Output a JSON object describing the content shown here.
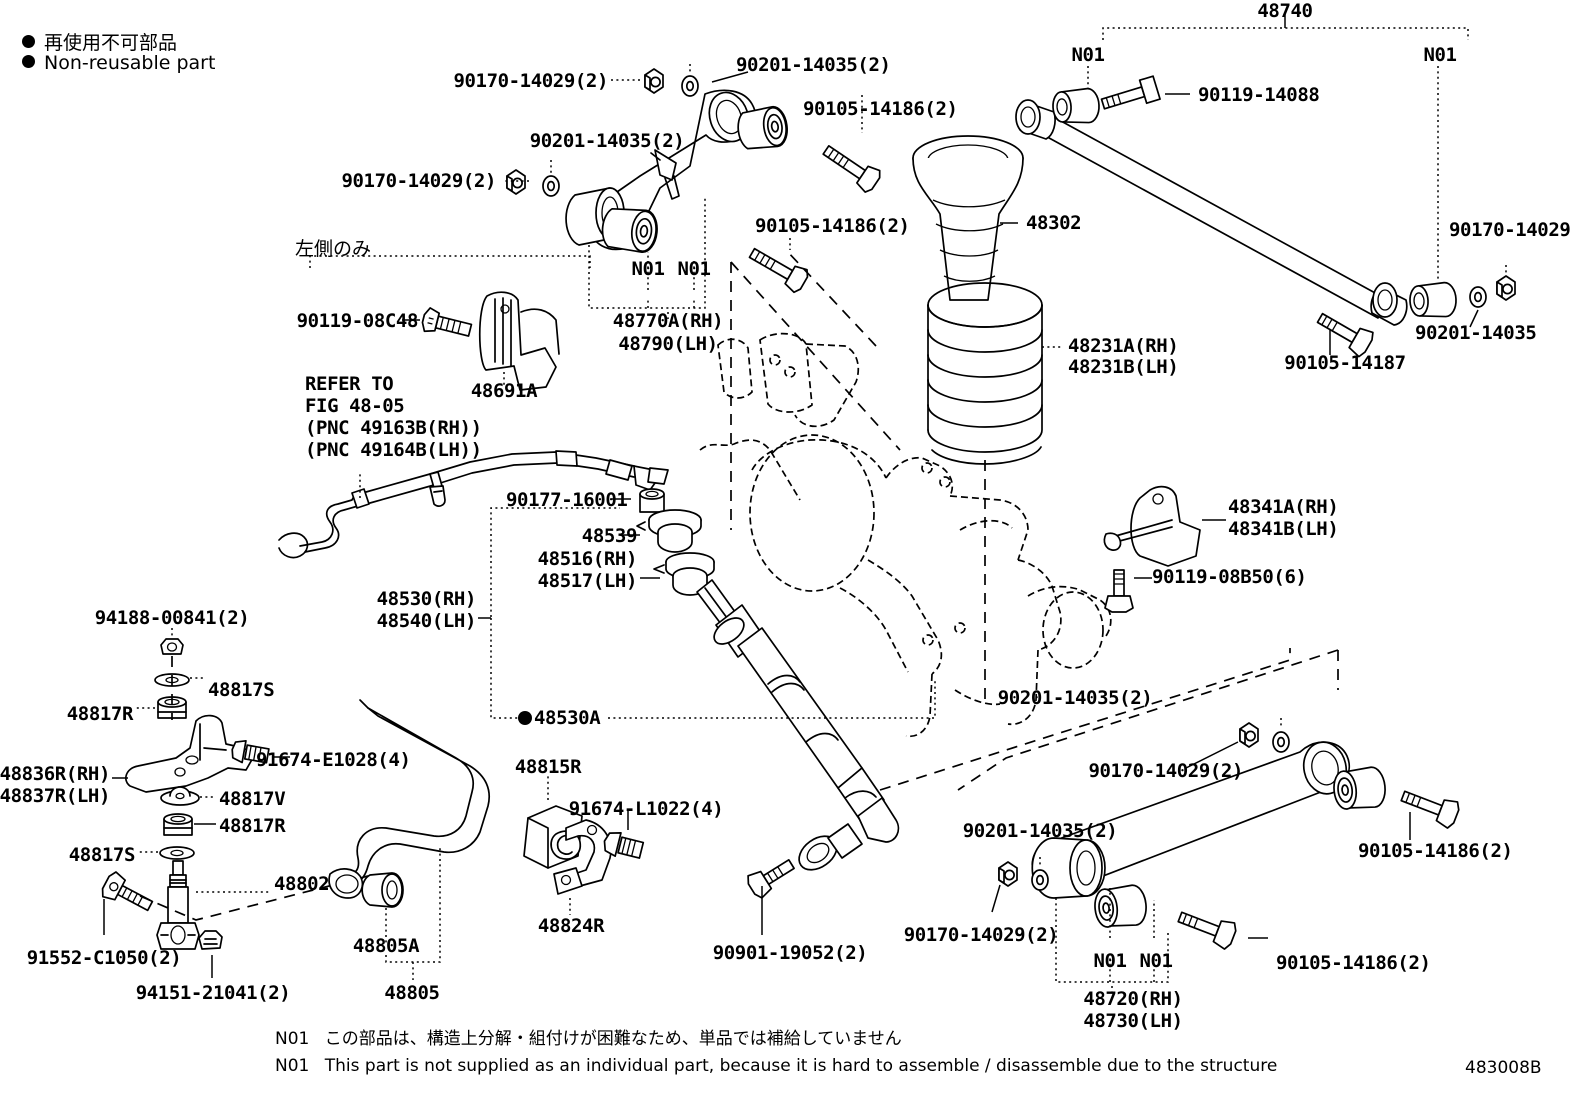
{
  "figure": {
    "code": "483008B",
    "legend_jp": "再使用不可部品",
    "legend_en": "Non-reusable part",
    "left_only_note_jp": "左側のみ",
    "refer_line1": "REFER TO",
    "refer_line2": "FIG 48-05",
    "refer_line3": "(PNC 49163B(RH))",
    "refer_line4": "(PNC 49164B(LH))",
    "footnote_jp_tag": "N01",
    "footnote_jp": "この部品は、構造上分解・組付けが困難なため、単品では補給していません",
    "footnote_en_tag": "N01",
    "footnote_en": "This part is not supplied as an individual part, because it is hard to assemble / disassemble due to the structure"
  },
  "labels": {
    "l_90170_14029_2_a": "90170-14029(2)",
    "l_90201_14035_2_a": "90201-14035(2)",
    "l_90201_14035_2_b": "90201-14035(2)",
    "l_90170_14029_2_b": "90170-14029(2)",
    "l_90105_14186_2_a": "90105-14186(2)",
    "l_90105_14186_2_b": "90105-14186(2)",
    "n01_a": "N01",
    "n01_b": "N01",
    "l_48770A_RH": "48770A(RH)",
    "l_48790_LH": "48790(LH)",
    "l_48740": "48740",
    "n01_c": "N01",
    "n01_d": "N01",
    "l_90119_14088": "90119-14088",
    "l_48302": "48302",
    "l_90170_14029_c": "90170-14029",
    "l_90201_14035_c": "90201-14035",
    "l_90105_14187": "90105-14187",
    "l_48231A_RH": "48231A(RH)",
    "l_48231B_LH": "48231B(LH)",
    "l_90119_08C48": "90119-08C48",
    "l_48691A": "48691A",
    "l_90177_16001": "90177-16001",
    "l_48539": "48539",
    "l_48516_RH": "48516(RH)",
    "l_48517_LH": "48517(LH)",
    "l_48530_RH": "48530(RH)",
    "l_48540_LH": "48540(LH)",
    "l_48530A": "48530A",
    "l_48341A_RH": "48341A(RH)",
    "l_48341B_LH": "48341B(LH)",
    "l_90119_08B50_6": "90119-08B50(6)",
    "l_94188_00841_2": "94188-00841(2)",
    "l_48817S_top": "48817S",
    "l_48817R_top": "48817R",
    "l_91674_E1028_4": "91674-E1028(4)",
    "l_48836R_RH": "48836R(RH)",
    "l_48837R_LH": "48837R(LH)",
    "l_48817V": "48817V",
    "l_48817R_bot": "48817R",
    "l_48817S_bot": "48817S",
    "l_48802": "48802",
    "l_91552_C1050_2": "91552-C1050(2)",
    "l_94151_21041_2": "94151-21041(2)",
    "l_48805A": "48805A",
    "l_48805": "48805",
    "l_48815R": "48815R",
    "l_91674_L1022_4": "91674-L1022(4)",
    "l_48824R": "48824R",
    "l_90901_19052_2": "90901-19052(2)",
    "l_90201_14035_2_d": "90201-14035(2)",
    "l_90170_14029_2_d": "90170-14029(2)",
    "l_90105_14186_2_c": "90105-14186(2)",
    "l_90201_14035_2_e": "90201-14035(2)",
    "l_90170_14029_2_e": "90170-14029(2)",
    "l_90105_14186_2_d": "90105-14186(2)",
    "n01_e": "N01",
    "n01_f": "N01",
    "l_48720_RH": "48720(RH)",
    "l_48730_LH": "48730(LH)"
  },
  "colors": {
    "ink": "#000000",
    "paper": "#ffffff"
  }
}
